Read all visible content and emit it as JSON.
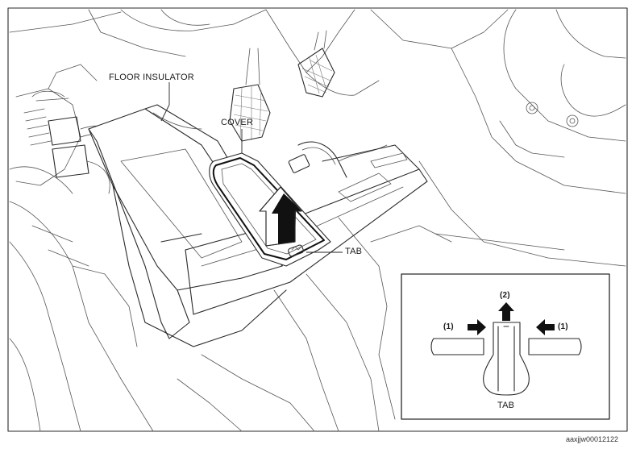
{
  "labels": {
    "floor_insulator": "FLOOR INSULATOR",
    "cover": "COVER",
    "tab": "TAB",
    "inset_tab": "TAB",
    "inset_step_1_left": "(1)",
    "inset_step_1_right": "(1)",
    "inset_step_2": "(2)"
  },
  "figure_id": "aaxjjw00012122"
}
